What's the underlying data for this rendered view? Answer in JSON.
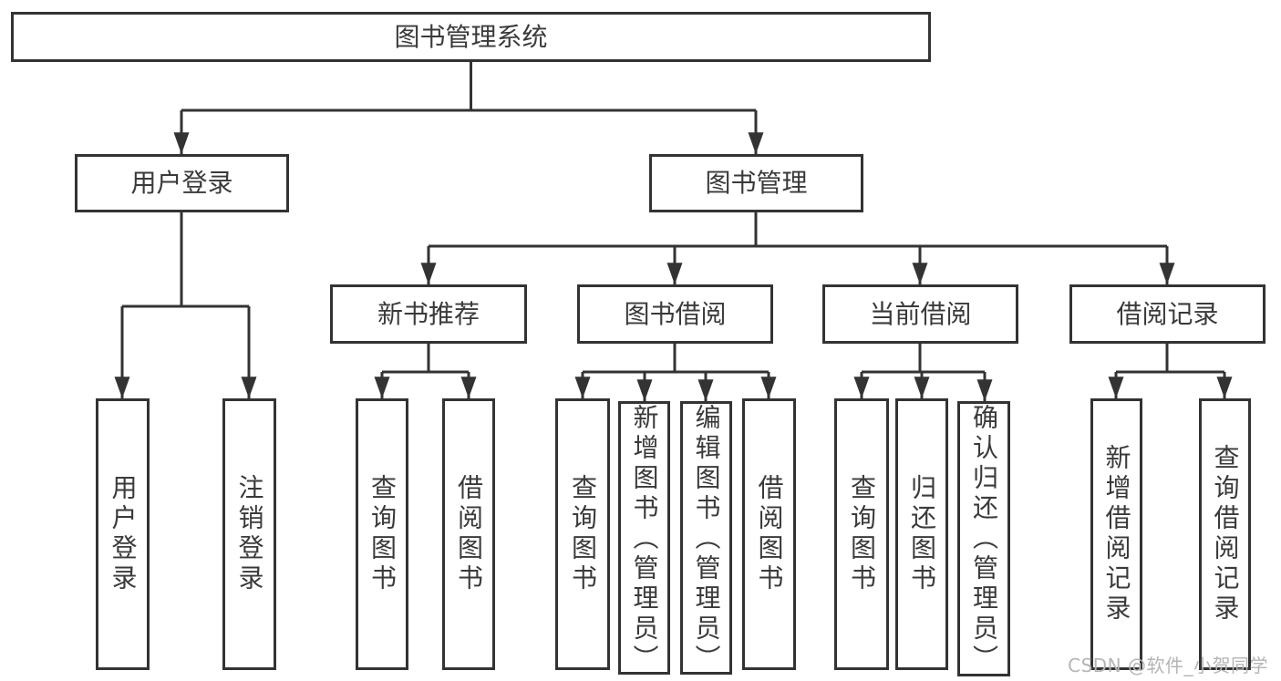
{
  "diagram": {
    "root": {
      "label": "图书管理系统"
    },
    "level2": [
      {
        "label": "用户登录"
      },
      {
        "label": "图书管理"
      }
    ],
    "level3": [
      {
        "label": "新书推荐"
      },
      {
        "label": "图书借阅"
      },
      {
        "label": "当前借阅"
      },
      {
        "label": "借阅记录"
      }
    ],
    "leaves": {
      "user_login": [
        {
          "label": "用户登录"
        },
        {
          "label": "注销登录"
        }
      ],
      "new_book": [
        {
          "label": "查询图书"
        },
        {
          "label": "借阅图书"
        }
      ],
      "book_borrow": [
        {
          "label": "查询图书"
        },
        {
          "label": "新增图书（管理员）"
        },
        {
          "label": "编辑图书（管理员）"
        },
        {
          "label": "借阅图书"
        }
      ],
      "current_borrow": [
        {
          "label": "查询图书"
        },
        {
          "label": "归还图书"
        },
        {
          "label": "确认归还（管理员）"
        }
      ],
      "borrow_record": [
        {
          "label": "新增借阅记录"
        },
        {
          "label": "查询借阅记录"
        }
      ]
    }
  },
  "watermark": {
    "text": "CSDN @软件_小贺同学"
  },
  "colors": {
    "line": "#333333",
    "text": "#3a3a3a",
    "watermark": "#b5b5b5",
    "background": "#ffffff"
  }
}
